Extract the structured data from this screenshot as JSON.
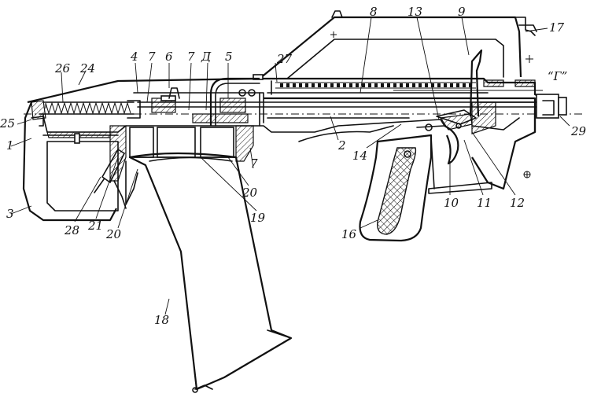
{
  "diagram": {
    "labels": [
      {
        "id": "1",
        "text": "1"
      },
      {
        "id": "2",
        "text": "2"
      },
      {
        "id": "3",
        "text": "3"
      },
      {
        "id": "4",
        "text": "4"
      },
      {
        "id": "5",
        "text": "5"
      },
      {
        "id": "6",
        "text": "6"
      },
      {
        "id": "7a",
        "text": "7"
      },
      {
        "id": "7b",
        "text": "7"
      },
      {
        "id": "7c",
        "text": "7"
      },
      {
        "id": "8",
        "text": "8"
      },
      {
        "id": "9",
        "text": "9"
      },
      {
        "id": "10",
        "text": "10"
      },
      {
        "id": "11",
        "text": "11"
      },
      {
        "id": "12",
        "text": "12"
      },
      {
        "id": "13",
        "text": "13"
      },
      {
        "id": "14",
        "text": "14"
      },
      {
        "id": "16",
        "text": "16"
      },
      {
        "id": "17",
        "text": "17"
      },
      {
        "id": "18",
        "text": "18"
      },
      {
        "id": "19",
        "text": "19"
      },
      {
        "id": "20a",
        "text": "20"
      },
      {
        "id": "20b",
        "text": "20"
      },
      {
        "id": "21",
        "text": "21"
      },
      {
        "id": "24",
        "text": "24"
      },
      {
        "id": "25",
        "text": "25"
      },
      {
        "id": "26",
        "text": "26"
      },
      {
        "id": "27",
        "text": "27"
      },
      {
        "id": "28",
        "text": "28"
      },
      {
        "id": "29",
        "text": "29"
      },
      {
        "id": "D",
        "text": "Д"
      },
      {
        "id": "G",
        "text": "“Г”"
      }
    ]
  }
}
